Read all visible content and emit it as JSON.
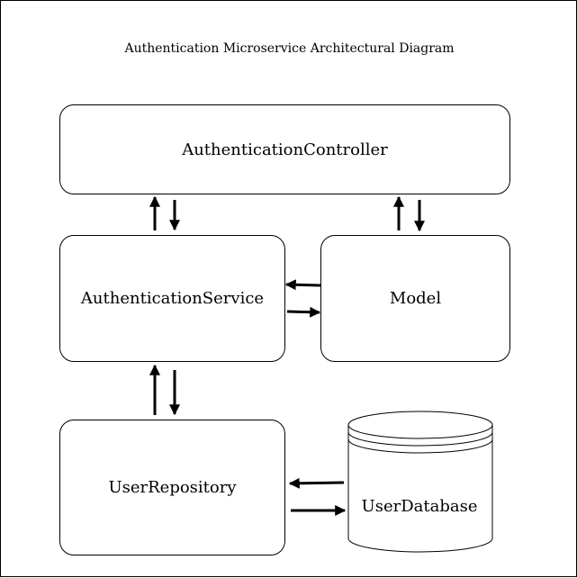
{
  "diagram": {
    "title": "Authentication Microservice Architectural Diagram",
    "nodes": {
      "controller": "AuthenticationController",
      "service": "AuthenticationService",
      "model": "Model",
      "repository": "UserRepository",
      "database": "UserDatabase"
    },
    "edges": [
      {
        "from": "AuthenticationService",
        "to": "AuthenticationController"
      },
      {
        "from": "AuthenticationController",
        "to": "AuthenticationService"
      },
      {
        "from": "Model",
        "to": "AuthenticationController"
      },
      {
        "from": "AuthenticationController",
        "to": "Model"
      },
      {
        "from": "Model",
        "to": "AuthenticationService"
      },
      {
        "from": "AuthenticationService",
        "to": "Model"
      },
      {
        "from": "UserRepository",
        "to": "AuthenticationService"
      },
      {
        "from": "AuthenticationService",
        "to": "UserRepository"
      },
      {
        "from": "UserDatabase",
        "to": "UserRepository"
      },
      {
        "from": "UserRepository",
        "to": "UserDatabase"
      }
    ]
  }
}
